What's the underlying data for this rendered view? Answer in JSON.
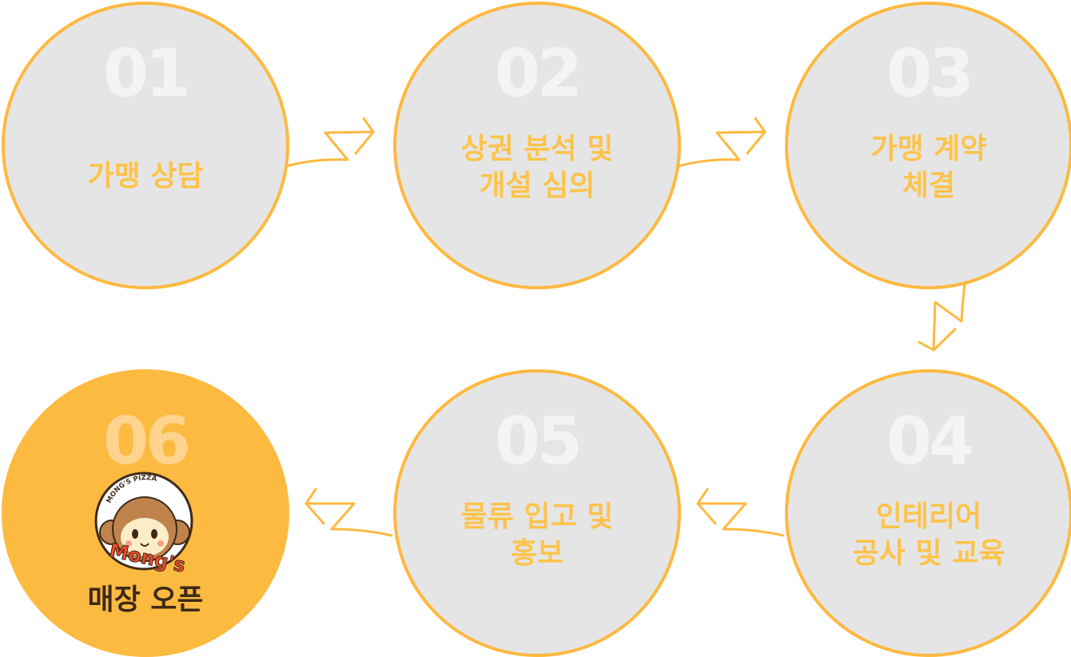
{
  "steps": [
    {
      "number": "01",
      "title": "가맹 상담"
    },
    {
      "number": "02",
      "title": "상권 분석 및\n개설 심의"
    },
    {
      "number": "03",
      "title": "가맹 계약\n체결"
    },
    {
      "number": "04",
      "title": "인테리어\n공사 및 교육"
    },
    {
      "number": "05",
      "title": "물류 입고 및\n홍보"
    },
    {
      "number": "06",
      "title": "매장 오픈"
    }
  ],
  "logo": {
    "ring_text": "MONG'S PIZZA",
    "wordmark": "Mong's"
  },
  "colors": {
    "accent": "#fdb940",
    "circle_fill": "#e5e5e5",
    "title_text": "#fdc34a",
    "active_text": "#3d2a17"
  }
}
